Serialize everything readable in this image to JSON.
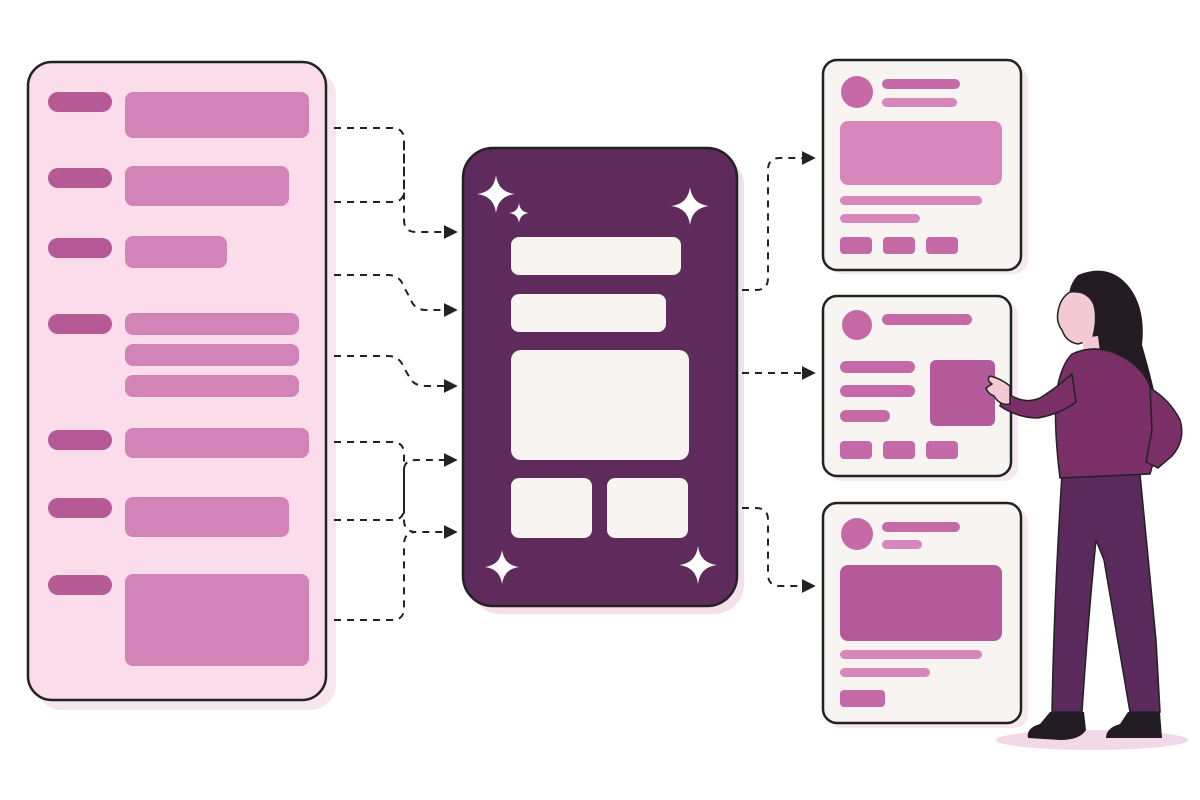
{
  "colors": {
    "background": "#ffffff",
    "outline": "#222222",
    "source_panel_fill": "#fbdcea",
    "source_panel_shadow": "#f6e6ee",
    "source_key": "#b65a96",
    "source_value": "#d283b8",
    "engine_fill": "#5e2b5c",
    "engine_block": "#f7f4f1",
    "sparkle": "#ffffff",
    "card_fill": "#f7f4f1",
    "card_element": "#c56aa6",
    "card_element_light": "#d887bc",
    "card_element_dark": "#b55a98",
    "connector": "#222222",
    "person_hair": "#231a22",
    "person_skin": "#f3c9d3",
    "person_top": "#7a2f66",
    "person_pants": "#5b2a5c",
    "person_shoes": "#241c24",
    "ground_shadow": "#f3d9e7"
  },
  "diagram": {
    "source_panel": {
      "rows": [
        {
          "kind": "single"
        },
        {
          "kind": "single"
        },
        {
          "kind": "single"
        },
        {
          "kind": "triple"
        },
        {
          "kind": "single"
        },
        {
          "kind": "single"
        },
        {
          "kind": "block"
        }
      ]
    },
    "engine": {
      "sparkle_icons": [
        "sparkle-icon",
        "sparkle-icon",
        "sparkle-icon",
        "sparkle-icon",
        "sparkle-icon"
      ]
    },
    "output_cards": [
      {
        "layout": "feed-post"
      },
      {
        "layout": "media-side"
      },
      {
        "layout": "feed-post"
      }
    ],
    "person": {
      "action": "pointing"
    }
  }
}
